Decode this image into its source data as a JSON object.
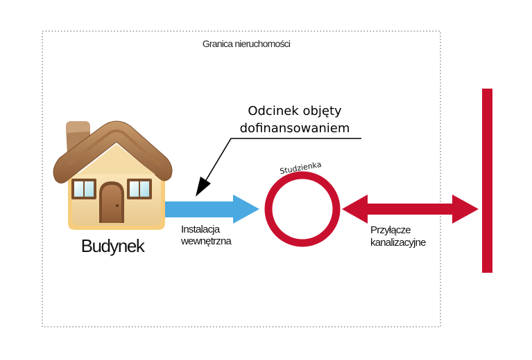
{
  "labels": {
    "property_boundary": "Granica nieruchomości",
    "funded_section_line1": "Odcinek objęty",
    "funded_section_line2": "dofinansowaniem",
    "manhole": "Studzienka",
    "building": "Budynek",
    "internal_installation_line1": "Instalacja",
    "internal_installation_line2": "wewnętrzna",
    "sewer_connection_line1": "Przyłącze",
    "sewer_connection_line2": "kanalizacyjne"
  },
  "icons": {
    "building": "house-icon"
  },
  "colors": {
    "internal_installation_arrow": "#4aa9e0",
    "sewer_connection_arrow": "#c8102e",
    "manhole_ring": "#c8102e",
    "main_sewer_line": "#c8102e",
    "boundary_line": "#555555",
    "pointer_line": "#000000"
  }
}
